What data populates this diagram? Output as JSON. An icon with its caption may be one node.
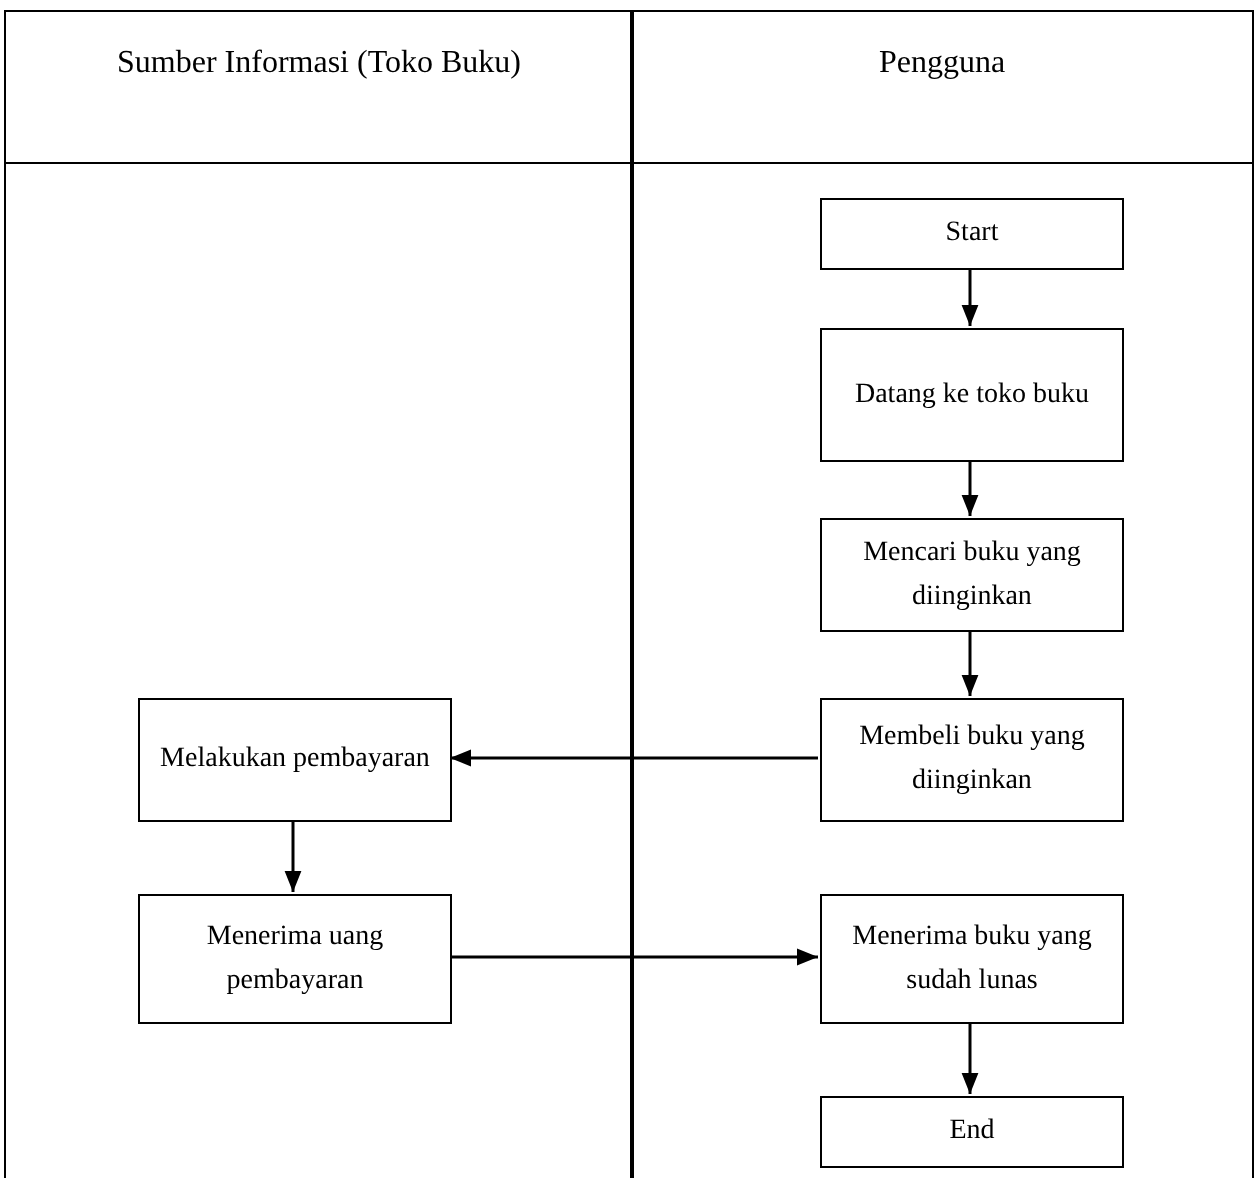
{
  "diagram": {
    "nodes": [
      {
        "text": [
          "Sumber Informasi (Toko Buku)"
        ]
      },
      {
        "text": [
          "Pengguna"
        ]
      },
      {
        "text": [
          "Start"
        ],
        "in": 1
      },
      {
        "text": [
          "Datang ke toko buku"
        ],
        "in": 1
      },
      {
        "text": [
          "Mencari buku yang diinginkan"
        ],
        "in": 1
      },
      {
        "text": [
          "Membeli buku yang diinginkan"
        ],
        "in": 1
      },
      {
        "text": [
          "Melakukan pembayaran"
        ],
        "in": 0
      },
      {
        "text": [
          "Menerima uang pembayaran"
        ],
        "in": 0
      },
      {
        "text": [
          "Menerima buku yang sudah lunas"
        ],
        "in": 1
      },
      {
        "text": [
          "End"
        ],
        "in": 1
      }
    ],
    "edges": [
      {
        "from": 2,
        "to": 3,
        "arrow": "to"
      },
      {
        "from": 3,
        "to": 4,
        "arrow": "to"
      },
      {
        "from": 4,
        "to": 5,
        "arrow": "to"
      },
      {
        "from": 5,
        "to": 6,
        "arrow": "to"
      },
      {
        "from": 6,
        "to": 7,
        "arrow": "to"
      },
      {
        "from": 7,
        "to": 8,
        "arrow": "to"
      },
      {
        "from": 8,
        "to": 9,
        "arrow": "to"
      }
    ]
  }
}
